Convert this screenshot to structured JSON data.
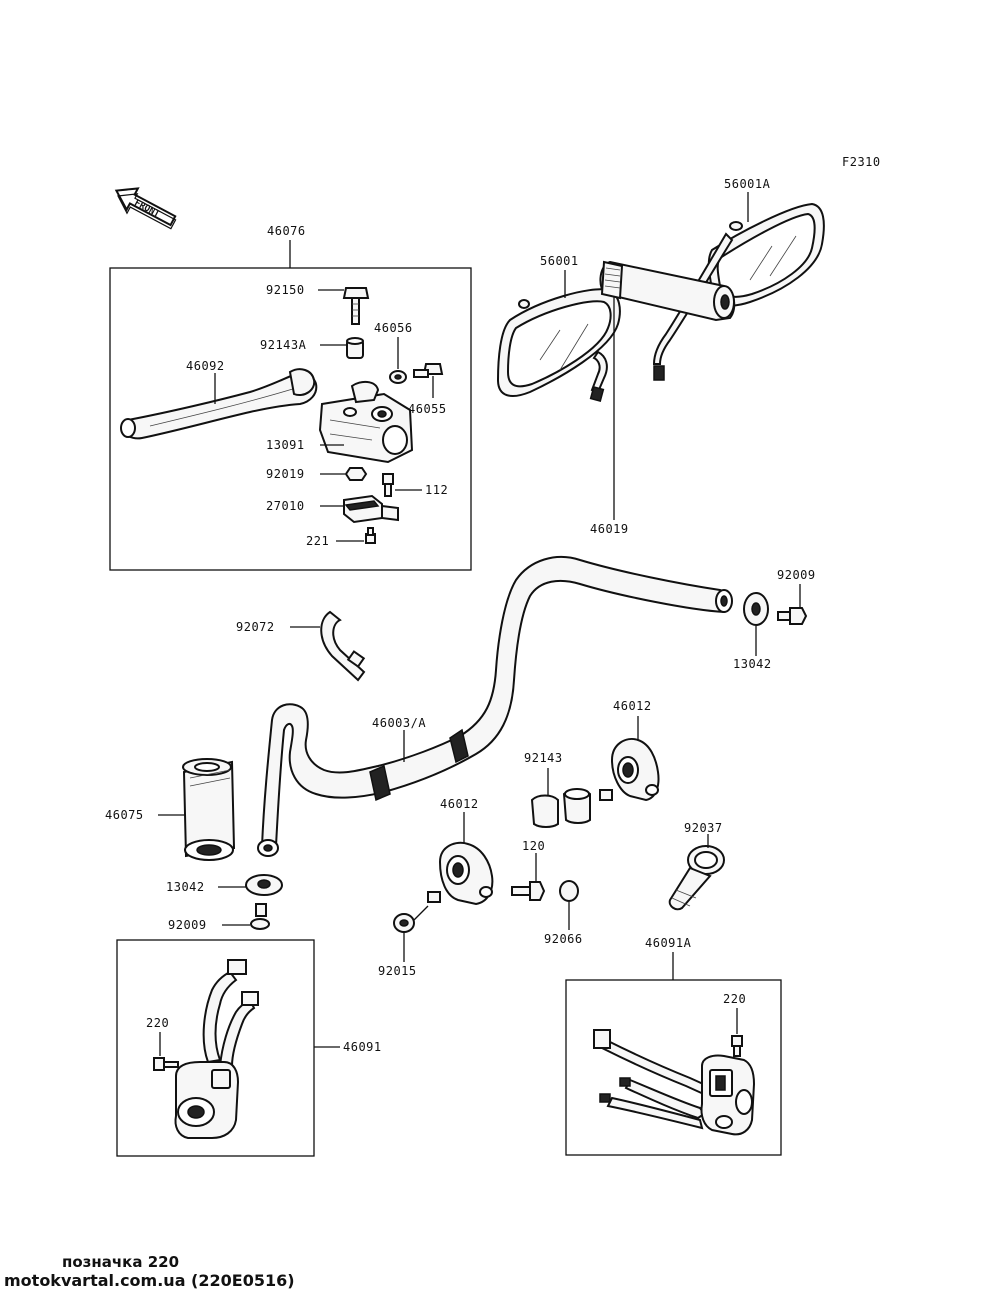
{
  "figure_code": "F2310",
  "front_arrow_text": "FRONT",
  "labels": {
    "l46076": "46076",
    "l92150": "92150",
    "l92143A": "92143A",
    "l46056": "46056",
    "l46092": "46092",
    "l46055": "46055",
    "l13091": "13091",
    "l92019": "92019",
    "l112": "112",
    "l27010": "27010",
    "l221": "221",
    "l56001": "56001",
    "l56001A": "56001A",
    "l46019": "46019",
    "l92009a": "92009",
    "l13042a": "13042",
    "l92072": "92072",
    "l46003A": "46003/A",
    "l46012a": "46012",
    "l92143": "92143",
    "l46075": "46075",
    "l46012b": "46012",
    "l120": "120",
    "l92037": "92037",
    "l13042b": "13042",
    "l92009b": "92009",
    "l92066": "92066",
    "l92015": "92015",
    "l46091A": "46091A",
    "l220a": "220",
    "l220b": "220",
    "l46091": "46091"
  },
  "footer": {
    "caption": "позначка 220",
    "site": "motokvartal.com.ua (220E0516)"
  }
}
